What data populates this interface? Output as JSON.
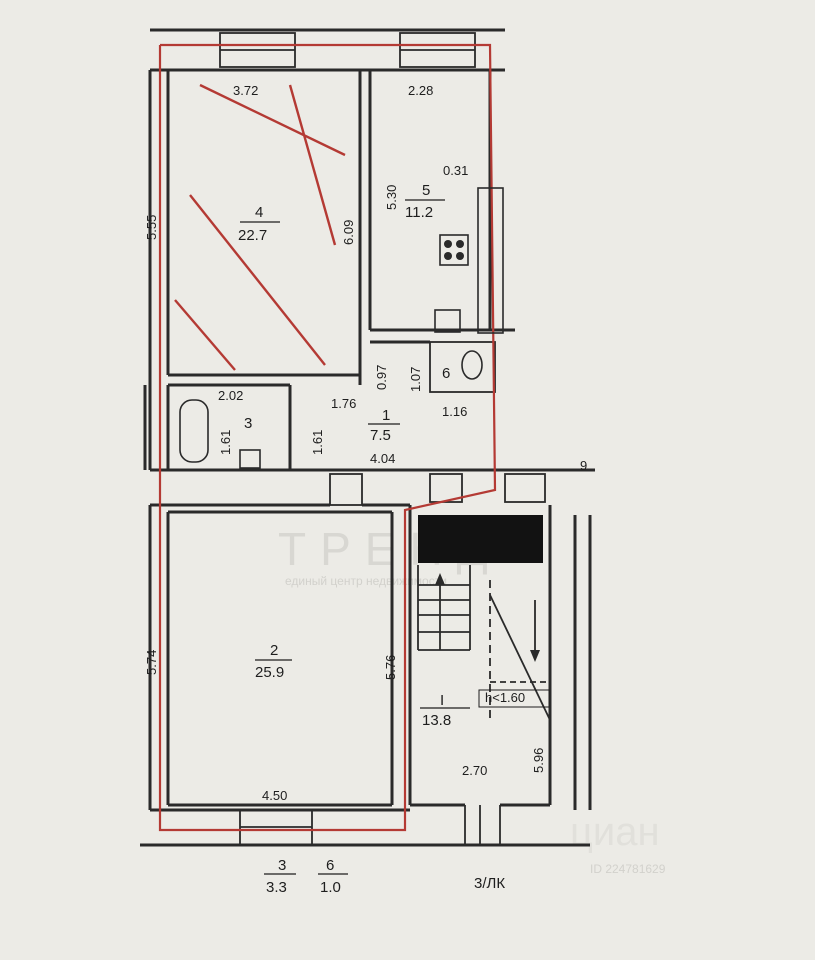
{
  "rooms": [
    {
      "id": "4",
      "area": "22.7"
    },
    {
      "id": "5",
      "area": "11.2"
    },
    {
      "id": "1",
      "area": "7.5"
    },
    {
      "id": "2",
      "area": "25.9"
    },
    {
      "id": "I",
      "area": "13.8"
    }
  ],
  "labels": {
    "room3": "3",
    "room6": "6",
    "stair_height": "h<1.60",
    "cut_left": "5.74",
    "cut_left_top": "5.55",
    "right_nine": "9"
  },
  "dimensions": {
    "d372": "3.72",
    "d228": "2.28",
    "d609": "6.09",
    "d530": "5.30",
    "d031": "0.31",
    "d097": "0.97",
    "d107": "1.07",
    "d202": "2.02",
    "d176": "1.76",
    "d116": "1.16",
    "d161a": "1.61",
    "d161b": "1.61",
    "d404": "4.04",
    "d576": "5.76",
    "d450": "4.50",
    "d270": "2.70",
    "d596": "5.96"
  },
  "footer": {
    "room_a_id": "3",
    "room_a_area": "3.3",
    "room_b_id": "6",
    "room_b_area": "1.0",
    "staircase": "3/ЛК"
  },
  "watermarks": {
    "brand": "ТРЕНД",
    "brand_sub": "единый центр недвижимости",
    "cian": "циан",
    "cian_id": "ID 224781629"
  }
}
